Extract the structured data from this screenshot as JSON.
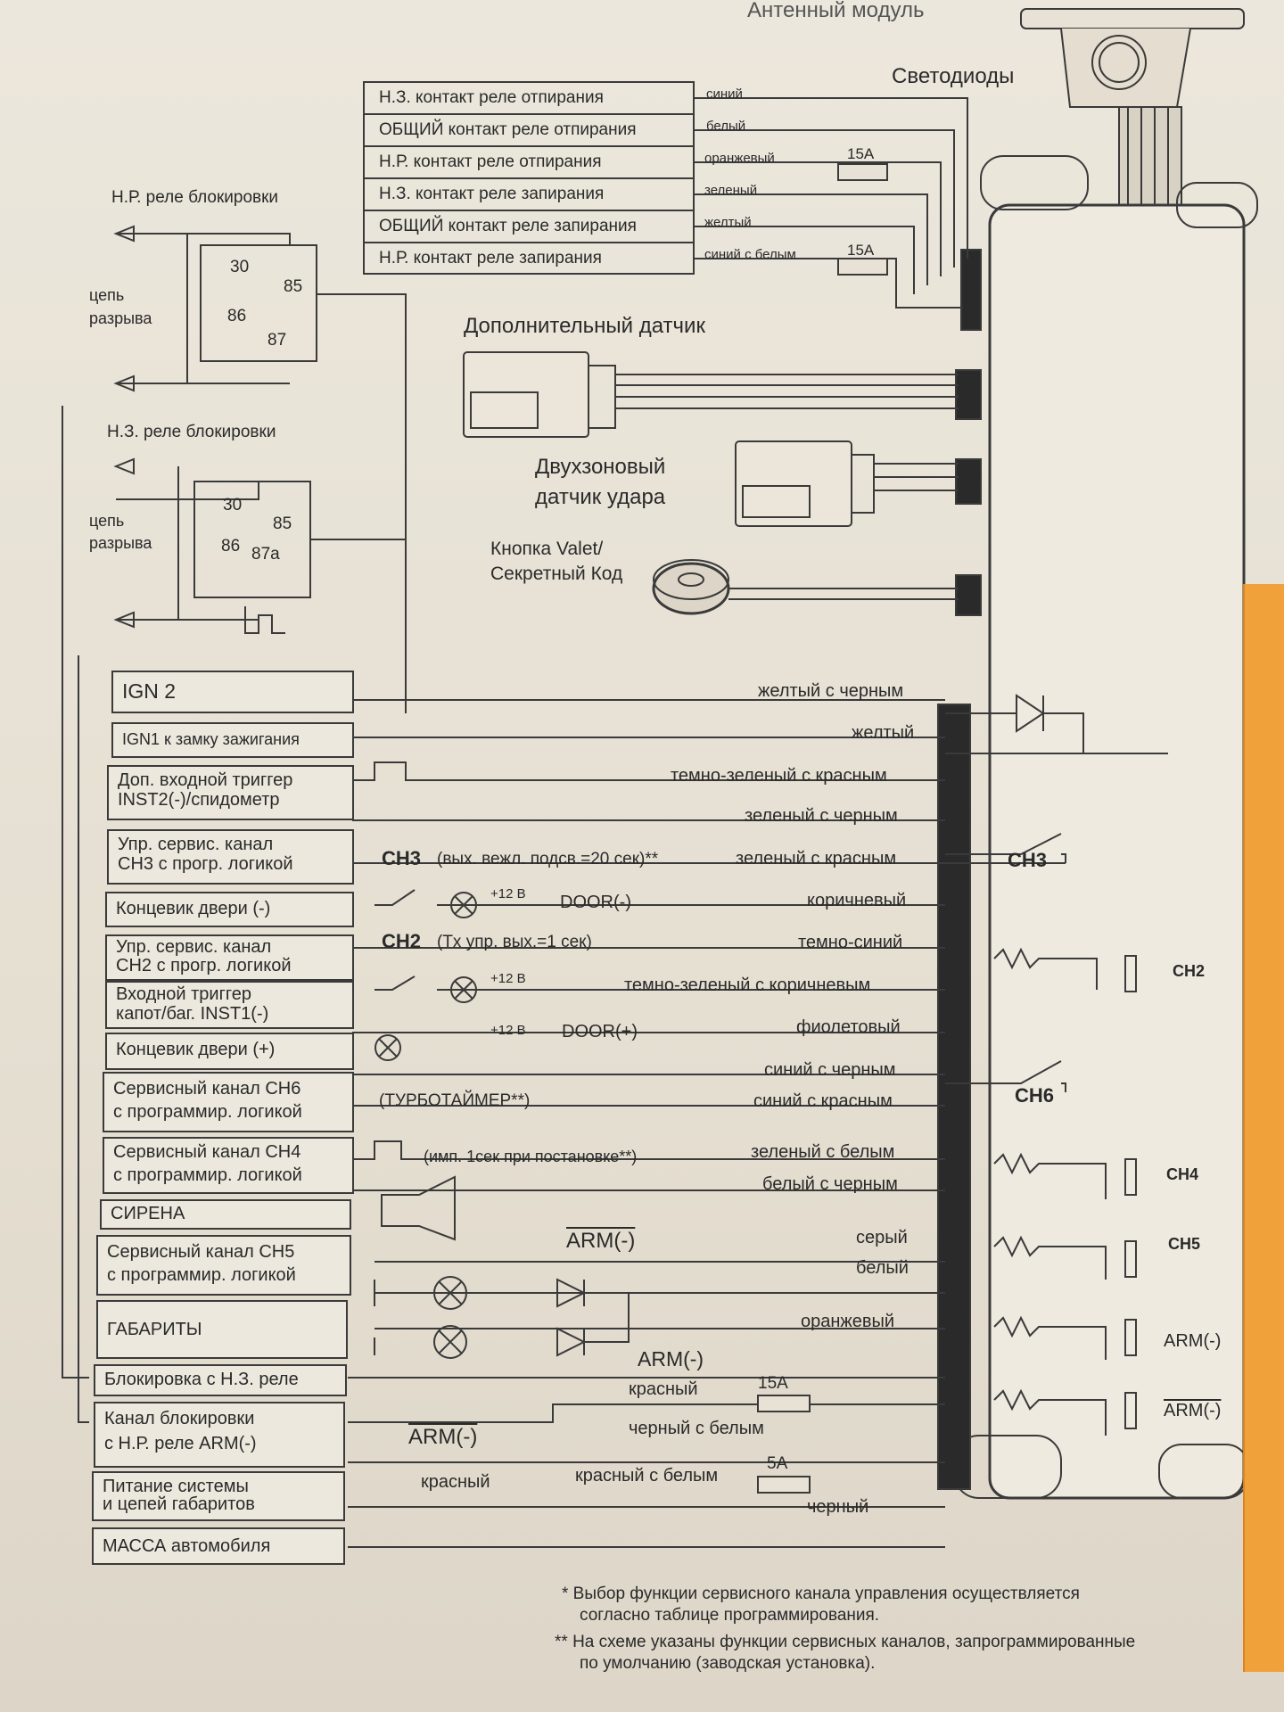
{
  "header": {
    "antenna_module": "Антенный модуль",
    "leds": "Светодиоды"
  },
  "lock_relays": [
    {
      "label": "Н.З. контакт реле отпирания",
      "wire": "синий"
    },
    {
      "label": "ОБЩИЙ контакт реле отпирания",
      "wire": "белый"
    },
    {
      "label": "Н.Р. контакт реле отпирания",
      "wire": "оранжевый",
      "fuse": "15А"
    },
    {
      "label": "Н.З. контакт реле запирания",
      "wire": "зеленый"
    },
    {
      "label": "ОБЩИЙ контакт реле запирания",
      "wire": "желтый"
    },
    {
      "label": "Н.Р. контакт реле запирания",
      "wire": "синий с белым",
      "fuse": "15А"
    }
  ],
  "relay_no": {
    "title": "Н.Р. реле блокировки",
    "break": [
      "цепь",
      "разрыва"
    ],
    "pins": [
      "30",
      "85",
      "86",
      "87"
    ]
  },
  "relay_nc": {
    "title": "Н.З. реле блокировки",
    "break": [
      "цепь",
      "разрыва"
    ],
    "pins": [
      "30",
      "85",
      "86",
      "87а"
    ]
  },
  "sensors": {
    "additional": "Дополнительный датчик",
    "shock": [
      "Двухзоновый",
      "датчик удара"
    ],
    "valet": [
      "Кнопка Valet/",
      "Секретный Код"
    ]
  },
  "functions": [
    {
      "line1": "IGN 2",
      "line2": "",
      "wire": "желтый с черным"
    },
    {
      "line1": "IGN1 к замку зажигания",
      "line2": "",
      "wire": "желтый"
    },
    {
      "line1": "Доп. входной триггер",
      "line2": "INST2(-)/спидометр",
      "wire": "темно-зеленый с красным"
    },
    {
      "line1": "Упр. сервис. канал",
      "line2": "CH3 с прогр. логикой",
      "wire_a": "зеленый с черным",
      "wire_b": "зеленый с красным"
    },
    {
      "line1": "Концевик двери (-)",
      "line2": "",
      "wire": "коричневый"
    },
    {
      "line1": "Упр. сервис. канал",
      "line2": "CH2 с прогр. логикой",
      "wire": "темно-синий"
    },
    {
      "line1": "Входной триггер",
      "line2": "капот/баг. INST1(-)",
      "wire": "темно-зеленый с коричневым"
    },
    {
      "line1": "Концевик двери (+)",
      "line2": "",
      "wire": "фиолетовый"
    },
    {
      "line1": "Сервисный канал CH6",
      "line2": "с программир. логикой",
      "wire_a": "синий с черным",
      "wire_b": "синий с красным"
    },
    {
      "line1": "Сервисный канал CH4",
      "line2": "с программир. логикой",
      "wire_a": "зеленый с белым",
      "wire_b": "белый с черным"
    },
    {
      "line1": "СИРЕНА",
      "line2": ""
    },
    {
      "line1": "Сервисный канал CH5",
      "line2": "с программир. логикой",
      "wire_a": "серый",
      "wire_b": "белый"
    },
    {
      "line1": "ГАБАРИТЫ",
      "line2": "",
      "wire": "оранжевый"
    },
    {
      "line1": "Блокировка с Н.З. реле",
      "line2": ""
    },
    {
      "line1": "Канал блокировки",
      "line2": "с Н.Р. реле  ARM(-)",
      "wire_a": "красный",
      "wire_b": "черный с белым",
      "fuse": "15A"
    },
    {
      "line1": "Питание системы",
      "line2": "и цепей габаритов",
      "wire_a": "красный",
      "wire_b": "красный с белым",
      "wire_c": "черный",
      "fuse": "5A"
    },
    {
      "line1": "МАССА автомобиля",
      "line2": ""
    }
  ],
  "annotations": {
    "ch3_note": "(вых. вежл. подсв.=20 сек)**",
    "ch3": "CH3",
    "ch2_note": "(Tx упр. вых.=1 сек)",
    "ch2": "CH2",
    "door_minus": "DOOR(-)",
    "door_plus": "DOOR(+)",
    "plus12": "+12 В",
    "turbo": "(ТУРБОТАЙМЕР**)",
    "ch4_note": "(имп. 1сек при постановке**)",
    "arm": "ARM(-)",
    "ch3_relay": "CH3",
    "ch6_relay": "CH6",
    "ch2_out": "CH2",
    "ch4_out": "CH4",
    "ch5_out": "CH5",
    "arm_out1": "ARM(-)",
    "arm_out2": "ARM(-)"
  },
  "footnotes": [
    "* Выбор функции сервисного канала управления осуществляется",
    "согласно таблице программирования.",
    "** На схеме указаны функции сервисных каналов, запрограммированные",
    "по умолчанию (заводская установка)."
  ]
}
